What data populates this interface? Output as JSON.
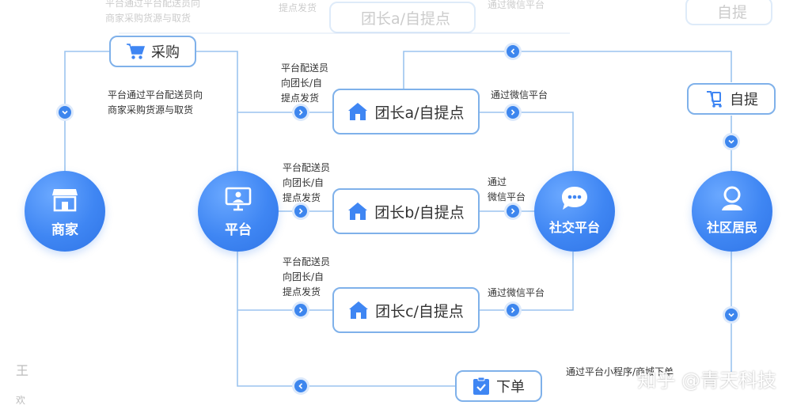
{
  "nodes": {
    "merchant": "商家",
    "platform": "平台",
    "social": "社交平台",
    "resident": "社区居民"
  },
  "boxes": {
    "purchase": "采购",
    "leader_a": "团长a/自提点",
    "leader_b": "团长b/自提点",
    "leader_c": "团长c/自提点",
    "pickup": "自提",
    "order": "下单"
  },
  "notes": {
    "purchase_line1": "平台通过平台配送员向",
    "purchase_line2": "商家采购货源与取货",
    "deliver_a_line1": "平台配送员",
    "deliver_a_line2": "向团长/自",
    "deliver_a_line3": "提点发货",
    "deliver_b_line1": "平台配送员",
    "deliver_b_line2": "向团长/自",
    "deliver_b_line3": "提点发货",
    "deliver_c_line1": "平台配送员",
    "deliver_c_line2": "向团长/自",
    "deliver_c_line3": "提点发货",
    "wechat_a": "通过微信平台",
    "wechat_b_line1": "通过",
    "wechat_b_line2": "微信平台",
    "wechat_c": "通过微信平台",
    "order_note": "通过平台小程序/商城下单"
  },
  "ghost": {
    "top_note_line1": "平台通过平台配送员向",
    "top_note_line2": "商家采购货源与取货",
    "top_deliver": "提点发货",
    "top_leader": "团长a/自提点",
    "top_wechat": "通过微信平台",
    "top_pickup": "自提",
    "left_edge_1": "王",
    "left_edge_2": "欢"
  },
  "watermark": "知乎 @青天科技",
  "colors": {
    "node_blue": "#3f86f3",
    "line_blue": "#9cc4ef",
    "box_border": "#7fb1ea",
    "dot_blue": "#3d86ee"
  },
  "icons": [
    "shop-icon",
    "monitor-person-icon",
    "chat-bubble-icon",
    "person-icon",
    "cart-icon",
    "house-icon",
    "bag-icon",
    "clipboard-check-icon",
    "chevron-right-icon",
    "chevron-left-icon",
    "chevron-down-icon"
  ]
}
